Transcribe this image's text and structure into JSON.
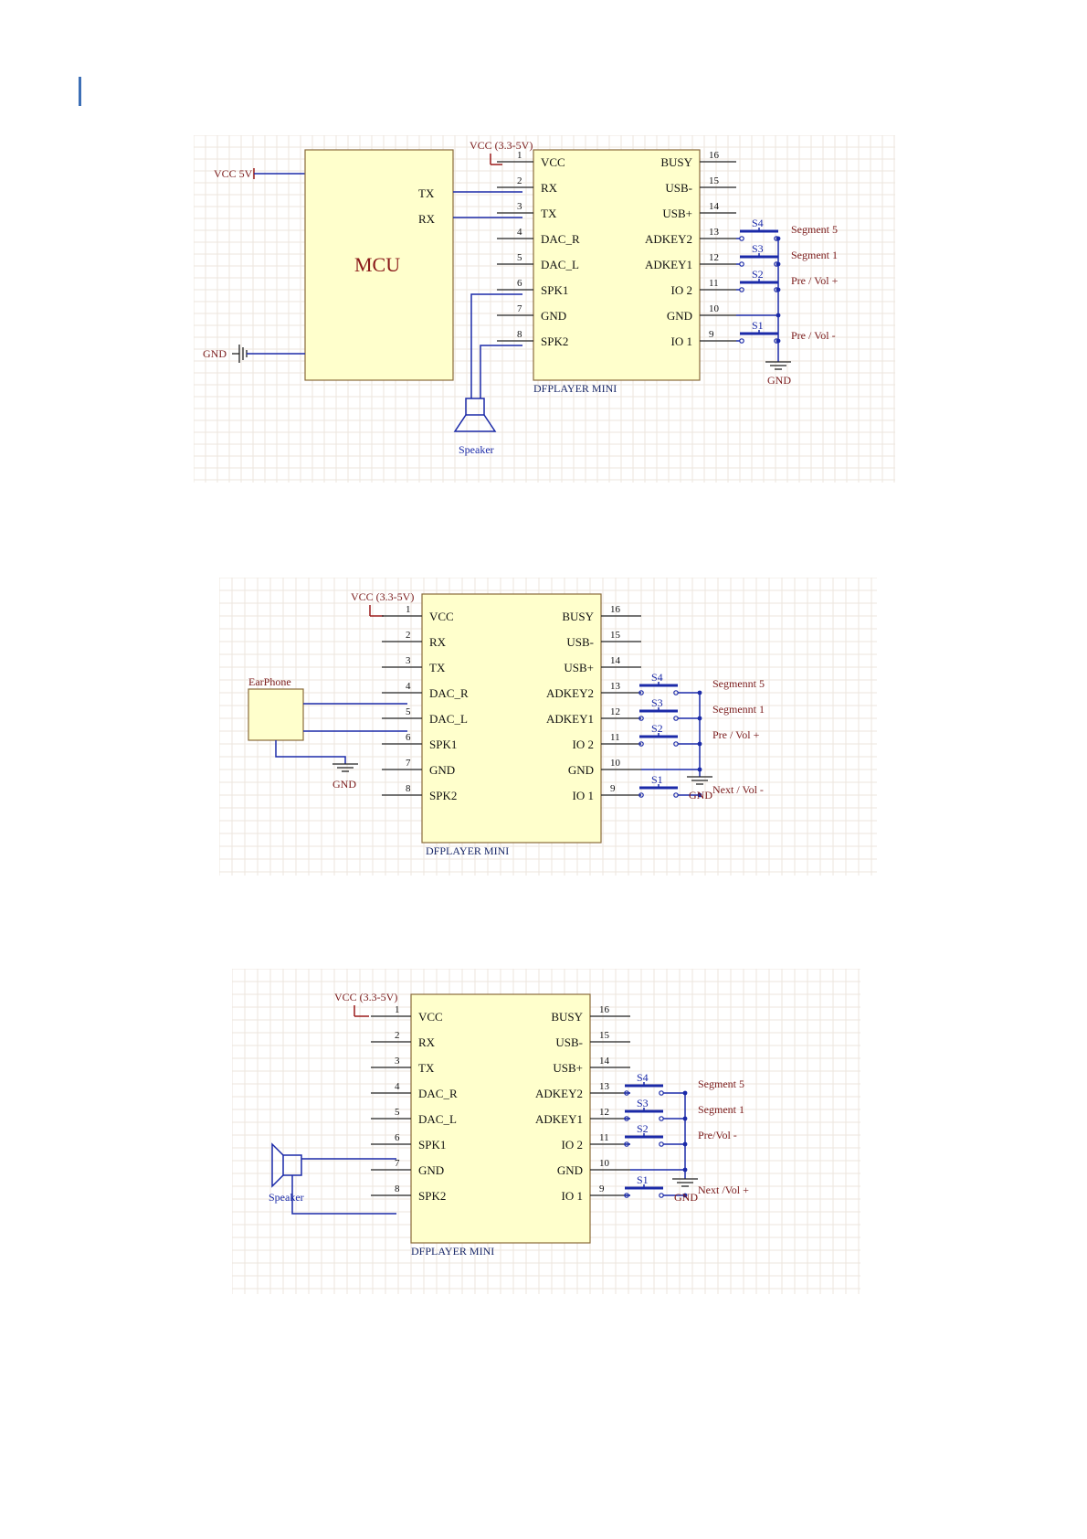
{
  "diagrams": [
    {
      "mcu": {
        "label": "MCU",
        "pins": [
          "TX",
          "RX"
        ]
      },
      "vcc5": "VCC 5V",
      "gnd_mcu": "GND",
      "vcc_label": "VCC (3.3-5V)",
      "module_name": "DFPLAYER MINI",
      "left_pins": [
        {
          "num": "1",
          "name": "VCC"
        },
        {
          "num": "2",
          "name": "RX"
        },
        {
          "num": "3",
          "name": "TX"
        },
        {
          "num": "4",
          "name": "DAC_R"
        },
        {
          "num": "5",
          "name": "DAC_L"
        },
        {
          "num": "6",
          "name": "SPK1"
        },
        {
          "num": "7",
          "name": "GND"
        },
        {
          "num": "8",
          "name": "SPK2"
        }
      ],
      "right_pins": [
        {
          "num": "16",
          "name": "BUSY"
        },
        {
          "num": "15",
          "name": "USB-"
        },
        {
          "num": "14",
          "name": "USB+"
        },
        {
          "num": "13",
          "name": "ADKEY2"
        },
        {
          "num": "12",
          "name": "ADKEY1"
        },
        {
          "num": "11",
          "name": "IO 2"
        },
        {
          "num": "10",
          "name": "GND"
        },
        {
          "num": "9",
          "name": "IO 1"
        }
      ],
      "switches": [
        "S4",
        "S3",
        "S2",
        "S1"
      ],
      "segments": [
        "Segment 5",
        "Segment 1",
        "Pre / Vol +",
        "Pre / Vol -"
      ],
      "gnd": "GND",
      "speaker": "Speaker"
    },
    {
      "vcc_label": "VCC (3.3-5V)",
      "module_name": "DFPLAYER MINI",
      "earphone": "EarPhone",
      "left_pins": [
        {
          "num": "1",
          "name": "VCC"
        },
        {
          "num": "2",
          "name": "RX"
        },
        {
          "num": "3",
          "name": "TX"
        },
        {
          "num": "4",
          "name": "DAC_R"
        },
        {
          "num": "5",
          "name": "DAC_L"
        },
        {
          "num": "6",
          "name": "SPK1"
        },
        {
          "num": "7",
          "name": "GND"
        },
        {
          "num": "8",
          "name": "SPK2"
        }
      ],
      "right_pins": [
        {
          "num": "16",
          "name": "BUSY"
        },
        {
          "num": "15",
          "name": "USB-"
        },
        {
          "num": "14",
          "name": "USB+"
        },
        {
          "num": "13",
          "name": "ADKEY2"
        },
        {
          "num": "12",
          "name": "ADKEY1"
        },
        {
          "num": "11",
          "name": "IO 2"
        },
        {
          "num": "10",
          "name": "GND"
        },
        {
          "num": "9",
          "name": "IO 1"
        }
      ],
      "switches": [
        "S4",
        "S3",
        "S2",
        "S1"
      ],
      "segments": [
        "Segmennt 5",
        "Segmennt 1",
        "Pre / Vol +",
        "Next / Vol -"
      ],
      "gnd_left": "GND",
      "gnd": "GND"
    },
    {
      "vcc_label": "VCC (3.3-5V)",
      "module_name": "DFPLAYER MINI",
      "speaker": "Speaker",
      "left_pins": [
        {
          "num": "1",
          "name": "VCC"
        },
        {
          "num": "2",
          "name": "RX"
        },
        {
          "num": "3",
          "name": "TX"
        },
        {
          "num": "4",
          "name": "DAC_R"
        },
        {
          "num": "5",
          "name": "DAC_L"
        },
        {
          "num": "6",
          "name": "SPK1"
        },
        {
          "num": "7",
          "name": "GND"
        },
        {
          "num": "8",
          "name": "SPK2"
        }
      ],
      "right_pins": [
        {
          "num": "16",
          "name": "BUSY"
        },
        {
          "num": "15",
          "name": "USB-"
        },
        {
          "num": "14",
          "name": "USB+"
        },
        {
          "num": "13",
          "name": "ADKEY2"
        },
        {
          "num": "12",
          "name": "ADKEY1"
        },
        {
          "num": "11",
          "name": "IO 2"
        },
        {
          "num": "10",
          "name": "GND"
        },
        {
          "num": "9",
          "name": "IO 1"
        }
      ],
      "switches": [
        "S4",
        "S3",
        "S2",
        "S1"
      ],
      "segments": [
        "Segment 5",
        "Segment 1",
        "Pre/Vol -",
        "Next /Vol +"
      ],
      "gnd": "GND"
    }
  ]
}
